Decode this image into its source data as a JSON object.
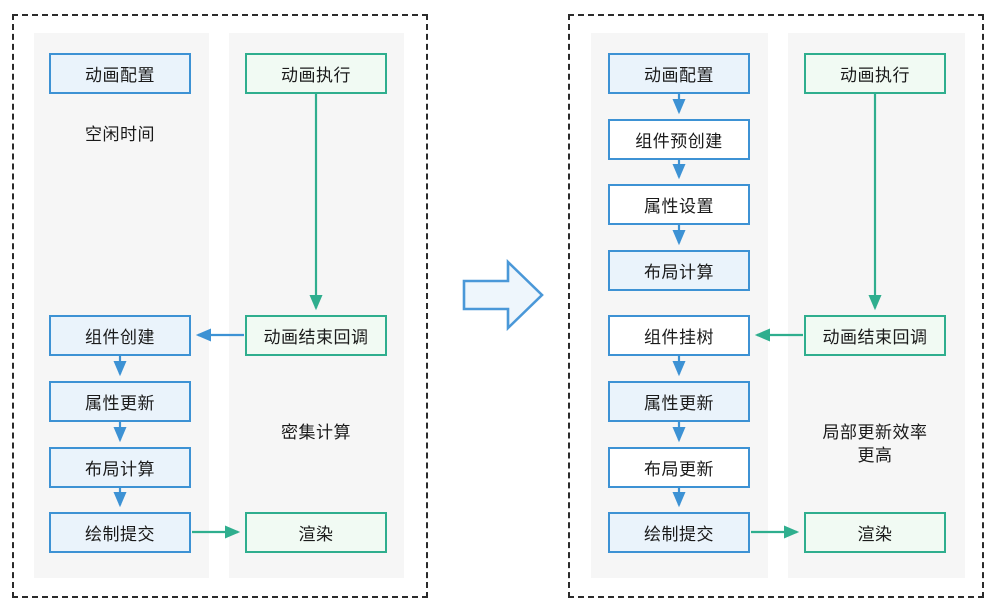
{
  "diagram": {
    "title_colors": {
      "blue_border": "#3d92d4",
      "blue_fill": "#eaf3fb",
      "white_fill": "#ffffff",
      "green_border": "#2fae8e",
      "green_fill": "#f1faf3",
      "panel_bg": "#f6f6f6",
      "dashed_border": "#2b2b2b",
      "blue_arrow": "#3d92d4",
      "green_arrow": "#2fae8e"
    },
    "before": {
      "ui_column": {
        "nodes": [
          {
            "label": "动画配置",
            "style": "blue-fill"
          },
          {
            "label": "组件创建",
            "style": "blue-fill"
          },
          {
            "label": "属性更新",
            "style": "blue-fill"
          },
          {
            "label": "布局计算",
            "style": "blue-fill"
          },
          {
            "label": "绘制提交",
            "style": "blue-fill"
          }
        ],
        "note": "空闲时间"
      },
      "anim_column": {
        "nodes": [
          {
            "label": "动画执行",
            "style": "green"
          },
          {
            "label": "动画结束回调",
            "style": "green"
          },
          {
            "label": "渲染",
            "style": "green"
          }
        ],
        "note": "密集计算"
      }
    },
    "after": {
      "ui_column": {
        "nodes": [
          {
            "label": "动画配置",
            "style": "blue-fill"
          },
          {
            "label": "组件预创建",
            "style": "white-fill"
          },
          {
            "label": "属性设置",
            "style": "white-fill"
          },
          {
            "label": "布局计算",
            "style": "blue-fill"
          },
          {
            "label": "组件挂树",
            "style": "white-fill"
          },
          {
            "label": "属性更新",
            "style": "blue-fill"
          },
          {
            "label": "布局更新",
            "style": "white-fill"
          },
          {
            "label": "绘制提交",
            "style": "blue-fill"
          }
        ]
      },
      "anim_column": {
        "nodes": [
          {
            "label": "动画执行",
            "style": "green"
          },
          {
            "label": "动画结束回调",
            "style": "green"
          },
          {
            "label": "渲染",
            "style": "green"
          }
        ],
        "note": "局部更新效率\n更高"
      }
    },
    "transition_arrow": "right-arrow"
  }
}
